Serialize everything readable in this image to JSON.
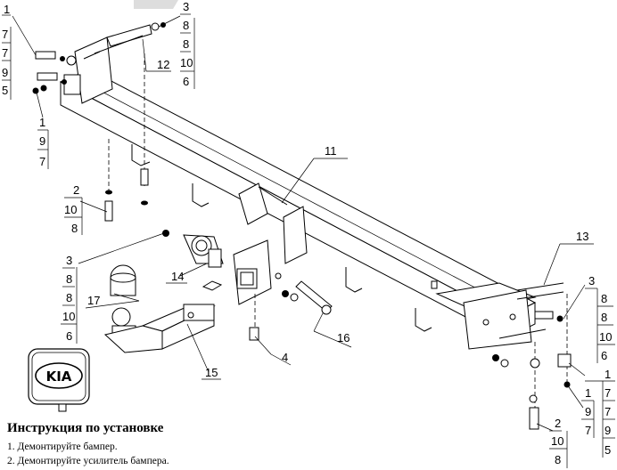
{
  "callouts": {
    "c_top_left": [
      "1",
      "7",
      "7",
      "9",
      "5"
    ],
    "c_left_mid": [
      "1",
      "9",
      "7"
    ],
    "c_top_center": [
      "3",
      "8",
      "8",
      "10",
      "6"
    ],
    "c_left_2": [
      "2",
      "10",
      "8"
    ],
    "c_left_3": [
      "3",
      "8",
      "8",
      "10",
      "6"
    ],
    "c_right_3": [
      "3",
      "8",
      "8",
      "10",
      "6"
    ],
    "c_right_1": [
      "1",
      "7",
      "7",
      "9",
      "5"
    ],
    "c_right_inner_1": [
      "1",
      "9",
      "7"
    ],
    "c_bottom_right_2": [
      "2",
      "10",
      "8"
    ]
  },
  "parts": {
    "p4": "4",
    "p11": "11",
    "p12": "12",
    "p13": "13",
    "p14": "14",
    "p15": "15",
    "p16": "16",
    "p17": "17"
  },
  "logo": {
    "text": "KIA"
  },
  "instructions": {
    "title": "Инструкция по установке",
    "steps": [
      "1. Демонтируйте бампер.",
      "2. Демонтируйте усилитель бампера."
    ]
  }
}
